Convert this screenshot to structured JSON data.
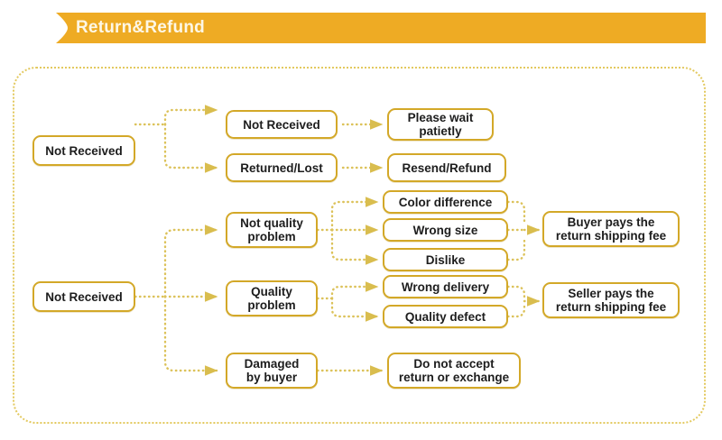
{
  "header": {
    "title": "Return&Refund",
    "bar_color": "#eeab24",
    "text_color": "#fdf7e6"
  },
  "theme": {
    "box_border": "#d3a828",
    "connector": "#dcc25a",
    "container_border": "#e3c95f",
    "background": "#ffffff",
    "text": "#1d1d1d"
  },
  "flow": {
    "nodes": [
      {
        "id": "not-received-1",
        "label": "Not Received"
      },
      {
        "id": "not-received-2",
        "label": "Not Received"
      },
      {
        "id": "returned-lost",
        "label": "Returned/Lost"
      },
      {
        "id": "please-wait",
        "label": "Please wait\npatietly"
      },
      {
        "id": "resend-refund",
        "label": "Resend/Refund"
      },
      {
        "id": "not-received-3",
        "label": "Not Received"
      },
      {
        "id": "not-quality-problem",
        "label": "Not quality\nproblem"
      },
      {
        "id": "quality-problem",
        "label": "Quality\nproblem"
      },
      {
        "id": "damaged-by-buyer",
        "label": "Damaged\nby buyer"
      },
      {
        "id": "color-difference",
        "label": "Color difference"
      },
      {
        "id": "wrong-size",
        "label": "Wrong size"
      },
      {
        "id": "dislike",
        "label": "Dislike"
      },
      {
        "id": "wrong-delivery",
        "label": "Wrong delivery"
      },
      {
        "id": "quality-defect",
        "label": "Quality defect"
      },
      {
        "id": "buyer-pays",
        "label": "Buyer pays the\nreturn shipping fee"
      },
      {
        "id": "seller-pays",
        "label": "Seller pays the\nreturn shipping fee"
      },
      {
        "id": "do-not-accept",
        "label": "Do not accept\nreturn or exchange"
      }
    ],
    "edges": [
      {
        "from": "not-received-1",
        "to": "not-received-2"
      },
      {
        "from": "not-received-1",
        "to": "returned-lost"
      },
      {
        "from": "not-received-2",
        "to": "please-wait"
      },
      {
        "from": "returned-lost",
        "to": "resend-refund"
      },
      {
        "from": "not-received-3",
        "to": "not-quality-problem"
      },
      {
        "from": "not-received-3",
        "to": "quality-problem"
      },
      {
        "from": "not-received-3",
        "to": "damaged-by-buyer"
      },
      {
        "from": "not-quality-problem",
        "to": "color-difference"
      },
      {
        "from": "not-quality-problem",
        "to": "wrong-size"
      },
      {
        "from": "not-quality-problem",
        "to": "dislike"
      },
      {
        "from": "quality-problem",
        "to": "wrong-delivery"
      },
      {
        "from": "quality-problem",
        "to": "quality-defect"
      },
      {
        "from": "color-difference",
        "to": "buyer-pays"
      },
      {
        "from": "wrong-size",
        "to": "buyer-pays"
      },
      {
        "from": "dislike",
        "to": "buyer-pays"
      },
      {
        "from": "wrong-delivery",
        "to": "seller-pays"
      },
      {
        "from": "quality-defect",
        "to": "seller-pays"
      },
      {
        "from": "damaged-by-buyer",
        "to": "do-not-accept"
      }
    ]
  }
}
